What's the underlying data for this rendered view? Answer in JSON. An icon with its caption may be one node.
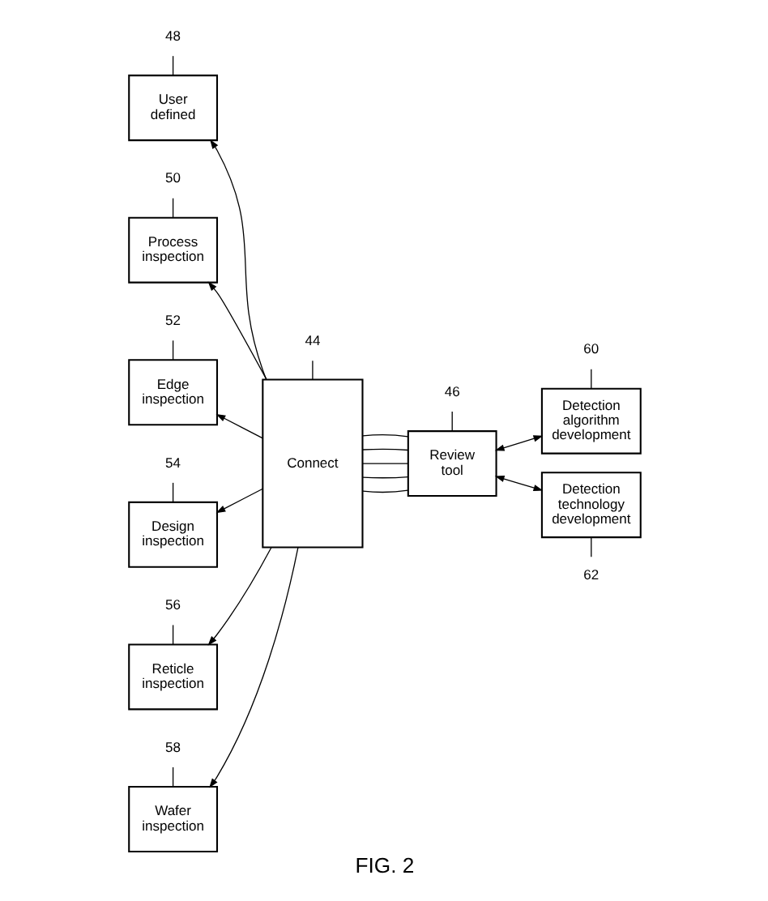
{
  "diagram": {
    "caption": "FIG. 2",
    "nodes": [
      {
        "text": [
          "48"
        ]
      },
      {
        "text": [
          "User defined"
        ]
      },
      {
        "text": [
          "50"
        ]
      },
      {
        "text": [
          "Process inspection"
        ]
      },
      {
        "text": [
          "52"
        ]
      },
      {
        "text": [
          "Edge inspection"
        ]
      },
      {
        "text": [
          "54"
        ]
      },
      {
        "text": [
          "Design inspection"
        ]
      },
      {
        "text": [
          "56"
        ]
      },
      {
        "text": [
          "Reticle inspection"
        ]
      },
      {
        "text": [
          "58"
        ]
      },
      {
        "text": [
          "Wafer inspection"
        ]
      },
      {
        "text": [
          "44"
        ]
      },
      {
        "text": [
          "Connect"
        ]
      },
      {
        "text": [
          "46"
        ]
      },
      {
        "text": [
          "Review tool"
        ]
      },
      {
        "text": [
          "60"
        ]
      },
      {
        "text": [
          "Detection algorithm development"
        ]
      },
      {
        "text": [
          "Detection technology development"
        ]
      },
      {
        "text": [
          "62"
        ]
      }
    ],
    "edges": [
      {
        "from": 0,
        "to": 1,
        "arrow": "none"
      },
      {
        "from": 2,
        "to": 3,
        "arrow": "none"
      },
      {
        "from": 4,
        "to": 5,
        "arrow": "none"
      },
      {
        "from": 6,
        "to": 7,
        "arrow": "none"
      },
      {
        "from": 8,
        "to": 9,
        "arrow": "none"
      },
      {
        "from": 10,
        "to": 11,
        "arrow": "none"
      },
      {
        "from": 12,
        "to": 13,
        "arrow": "none"
      },
      {
        "from": 14,
        "to": 15,
        "arrow": "none"
      },
      {
        "from": 16,
        "to": 17,
        "arrow": "none"
      },
      {
        "from": 18,
        "to": 19,
        "arrow": "none"
      },
      {
        "from": 13,
        "to": 1,
        "arrow": "to"
      },
      {
        "from": 13,
        "to": 3,
        "arrow": "to"
      },
      {
        "from": 13,
        "to": 5,
        "arrow": "to"
      },
      {
        "from": 13,
        "to": 7,
        "arrow": "to"
      },
      {
        "from": 13,
        "to": 9,
        "arrow": "to"
      },
      {
        "from": 13,
        "to": 11,
        "arrow": "to"
      },
      {
        "from": 15,
        "to": 13,
        "arrow": "none"
      },
      {
        "from": 15,
        "to": 13,
        "arrow": "none"
      },
      {
        "from": 15,
        "to": 13,
        "arrow": "none"
      },
      {
        "from": 15,
        "to": 13,
        "arrow": "none"
      },
      {
        "from": 15,
        "to": 13,
        "arrow": "none"
      },
      {
        "from": 17,
        "to": 15,
        "arrow": "both"
      },
      {
        "from": 18,
        "to": 15,
        "arrow": "both"
      }
    ]
  }
}
